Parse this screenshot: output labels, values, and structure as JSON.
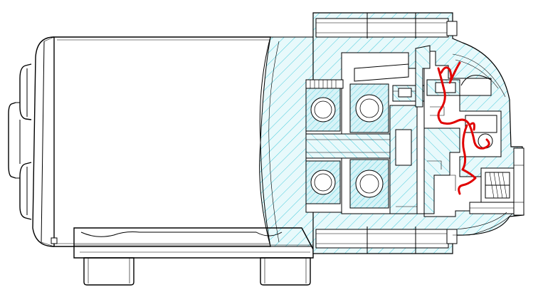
{
  "drawing": {
    "colors": {
      "line": "#000000",
      "section_hatch": "#33c6d8",
      "section_fill": "#e8f9fb",
      "flow_path": "#e00000",
      "background": "#ffffff"
    },
    "parts": [
      "motor-housing",
      "motor-end-cap",
      "mounting-base",
      "mounting-foot-left",
      "mounting-foot-right",
      "pump-housing-flange",
      "front-bearing",
      "rear-bearing",
      "gear-cavity",
      "pump-head",
      "check-valve-spring",
      "flow-path"
    ]
  }
}
